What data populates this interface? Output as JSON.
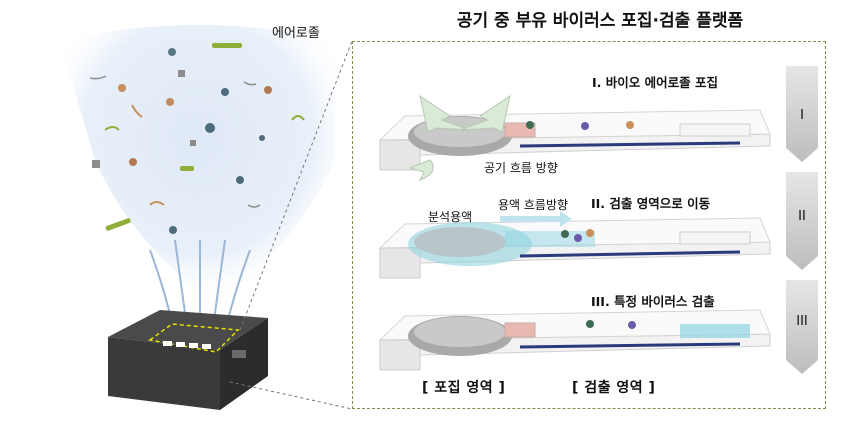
{
  "title": "공기 중 부유 바이러스 포집·검출 플랫폼",
  "aerosol_label": "에어로졸",
  "steps": [
    {
      "label": "I. 바이오 에어로졸 포집",
      "roman": "I"
    },
    {
      "label": "II. 검출 영역으로 이동",
      "roman": "II"
    },
    {
      "label": "III. 특정 바이러스 검출",
      "roman": "III"
    }
  ],
  "annotations": {
    "airflow": "공기 흐름 방향",
    "solution": "분석용액",
    "solution_flow": "용액 흐름방향"
  },
  "regions": {
    "capture": "[ 포집 영역 ]",
    "detect": "[ 검출 영역 ]"
  },
  "colors": {
    "device_body": "#3d3d3d",
    "highlight": "#e8e000",
    "arrow": "#cfcfcf",
    "liquid": "#8fd3e0"
  }
}
